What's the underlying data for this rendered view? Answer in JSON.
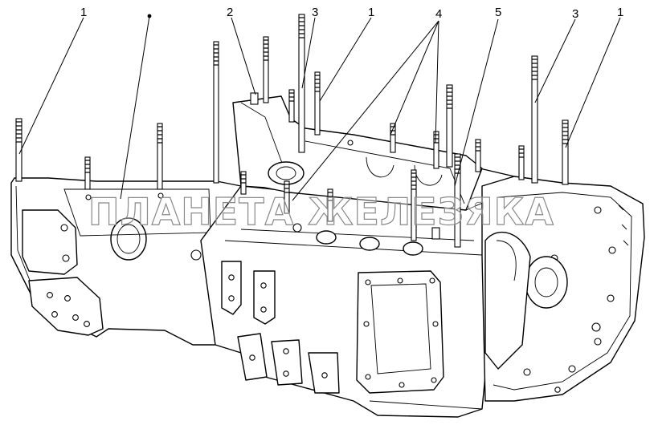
{
  "diagram": {
    "watermark": "ПЛАНЕТА ЖЕЛЕЗЯКА",
    "callouts": [
      {
        "label": "1"
      },
      {
        "label": "2"
      },
      {
        "label": "3"
      },
      {
        "label": "1"
      },
      {
        "label": "4"
      },
      {
        "label": "5"
      },
      {
        "label": "3"
      },
      {
        "label": "1"
      }
    ]
  },
  "colors": {
    "line": "#000000",
    "background": "#ffffff",
    "watermark_stroke": "#8a8a8a"
  }
}
